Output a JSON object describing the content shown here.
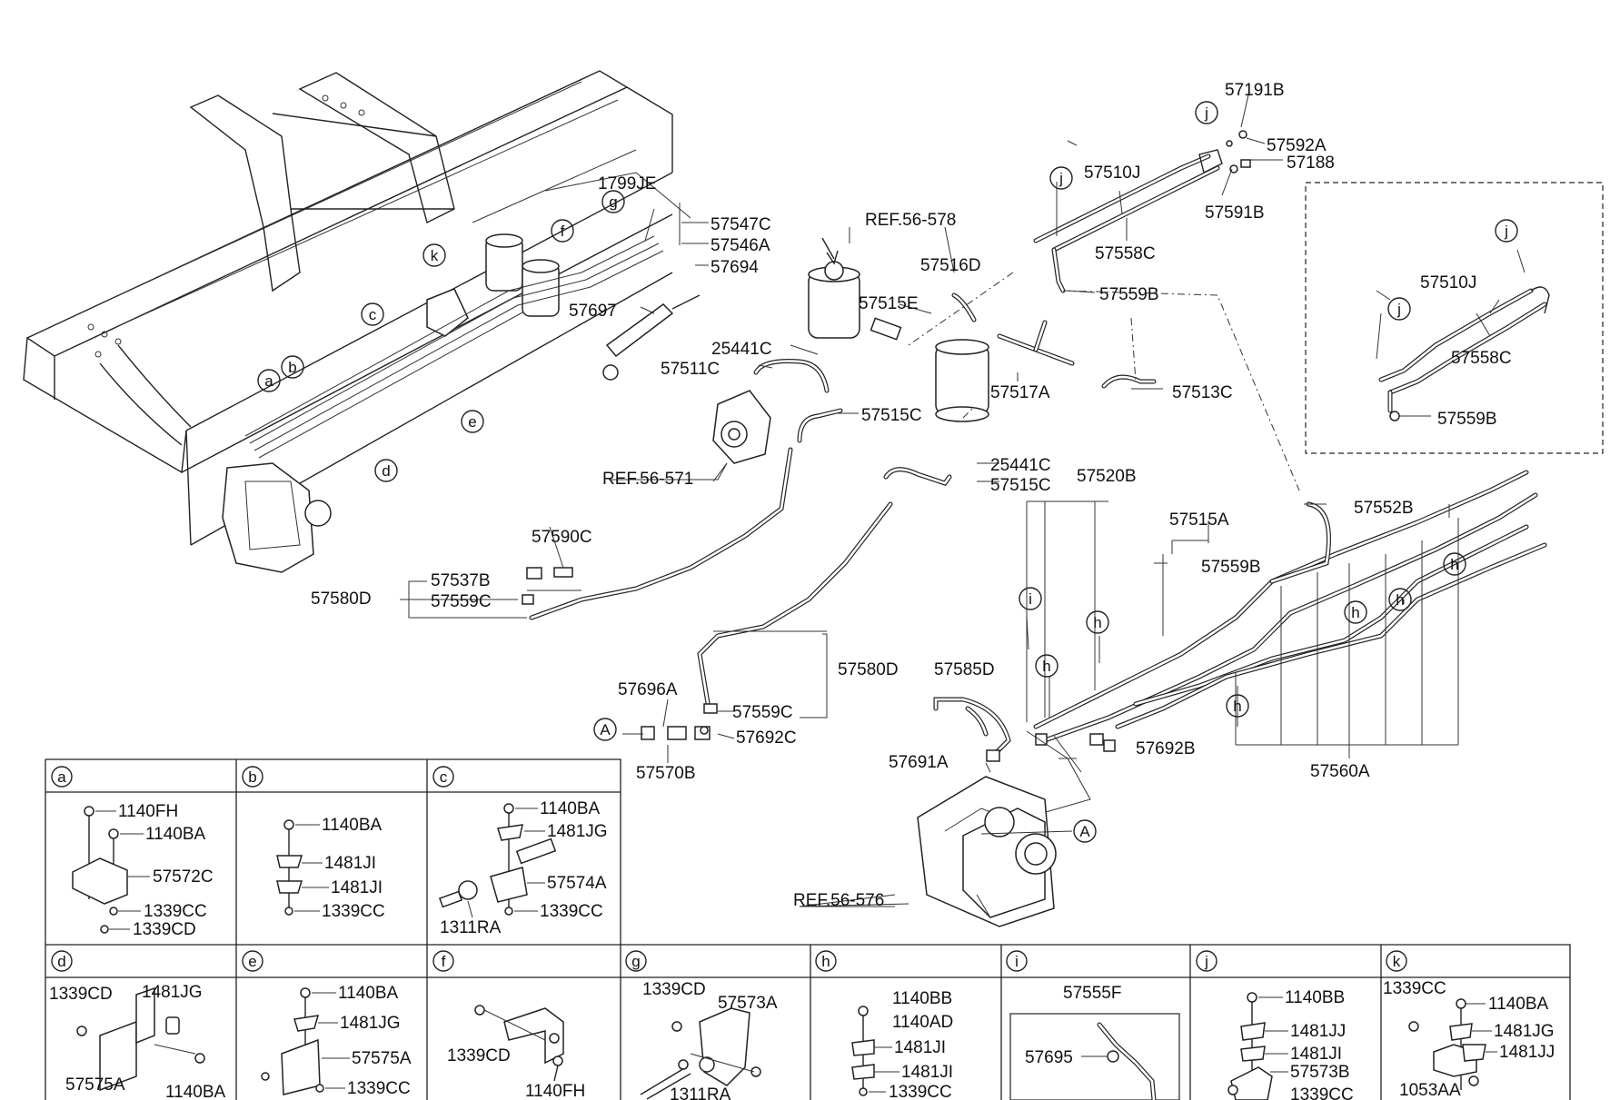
{
  "labels": {
    "l57191B": "57191B",
    "l57592A": "57592A",
    "l57188": "57188",
    "l57591B": "57591B",
    "l57510J": "57510J",
    "l57558C": "57558C",
    "l57516D": "57516D",
    "l57559B": "57559B",
    "lREF56578": "REF.56-578",
    "l57515E": "57515E",
    "l1799JE": "1799JE",
    "l57547C": "57547C",
    "l57546A": "57546A",
    "l57694": "57694",
    "l57697": "57697",
    "l25441C": "25441C",
    "l57511C": "57511C",
    "l57517A": "57517A",
    "l57513C": "57513C",
    "l57515C": "57515C",
    "lREF56571": "REF.56-571",
    "l25441Cb": "25441C",
    "l57515Cb": "57515C",
    "l57520B": "57520B",
    "l57515A": "57515A",
    "l57552B": "57552B",
    "l57559Bb": "57559B",
    "l57590C": "57590C",
    "l57537B": "57537B",
    "l57580D": "57580D",
    "l57559C": "57559C",
    "l57580Db": "57580D",
    "l57585D": "57585D",
    "l57696A": "57696A",
    "l57559Cb": "57559C",
    "l57692C": "57692C",
    "l57570B": "57570B",
    "l57691A": "57691A",
    "l57692B": "57692B",
    "l57560A": "57560A",
    "lREF56576": "REF.56-576",
    "r57510J": "57510J",
    "r57558C": "57558C",
    "r57559B": "57559B"
  },
  "callouts": {
    "a": "a",
    "b": "b",
    "c": "c",
    "d": "d",
    "e": "e",
    "f": "f",
    "g": "g",
    "h": "h",
    "i": "i",
    "j": "j",
    "k": "k",
    "A": "A"
  },
  "legend": {
    "a": {
      "key": "a",
      "parts": [
        "1140FH",
        "1140BA",
        "57572C",
        "1339CC",
        "1339CD"
      ]
    },
    "b": {
      "key": "b",
      "parts": [
        "1140BA",
        "1481JI",
        "1481JI",
        "1339CC"
      ]
    },
    "c": {
      "key": "c",
      "parts": [
        "1140BA",
        "1481JG",
        "57574A",
        "1339CC",
        "1311RA"
      ]
    },
    "d": {
      "key": "d",
      "parts": [
        "1339CD",
        "1481JG",
        "57575A",
        "1140BA"
      ]
    },
    "e": {
      "key": "e",
      "parts": [
        "1140BA",
        "1481JG",
        "57575A",
        "1339CC"
      ]
    },
    "f": {
      "key": "f",
      "parts": [
        "1339CD",
        "1140FH"
      ]
    },
    "g": {
      "key": "g",
      "parts": [
        "1339CD",
        "57573A",
        "1311RA"
      ]
    },
    "h": {
      "key": "h",
      "parts": [
        "1140BB",
        "1140AD",
        "1481JI",
        "1481JI",
        "1339CC"
      ]
    },
    "i": {
      "key": "i",
      "parts": [
        "57555F",
        "57695"
      ]
    },
    "j": {
      "key": "j",
      "parts": [
        "1140BB",
        "1481JJ",
        "1481JI",
        "57573B",
        "1339CC"
      ]
    },
    "k": {
      "key": "k",
      "parts": [
        "1339CC",
        "1140BA",
        "1481JG",
        "1481JJ",
        "1053AA"
      ]
    }
  }
}
